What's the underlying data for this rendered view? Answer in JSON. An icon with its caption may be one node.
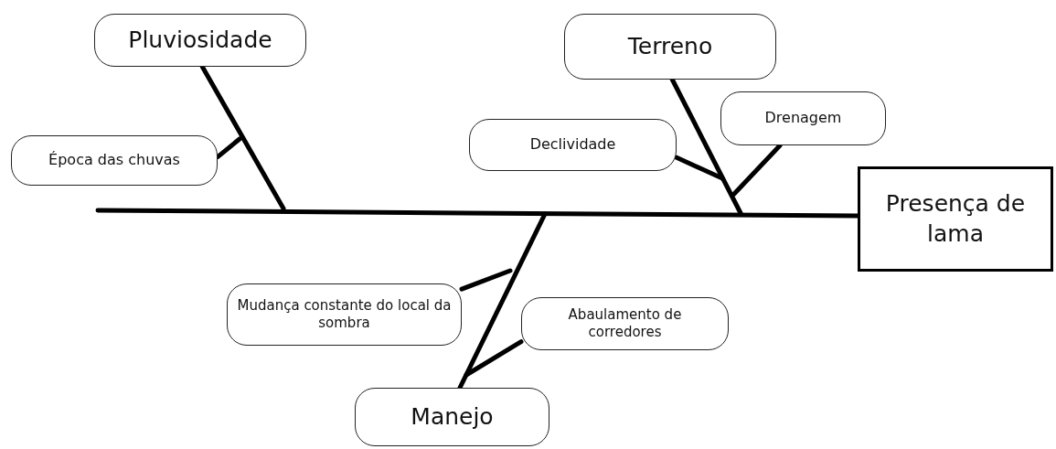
{
  "diagram": {
    "nodes": [
      {
        "text": [
          "Pluviosidade"
        ]
      },
      {
        "text": [
          "Época das chuvas"
        ]
      },
      {
        "text": [
          "Terreno"
        ]
      },
      {
        "text": [
          "Declividade"
        ]
      },
      {
        "text": [
          "Drenagem"
        ]
      },
      {
        "text": [
          "Presença de lama"
        ]
      },
      {
        "text": [
          "Mudança constante do local da sombra"
        ]
      },
      {
        "text": [
          "Abaulamento de corredores"
        ]
      },
      {
        "text": [
          "Manejo"
        ]
      }
    ],
    "edges": [
      {
        "from": null,
        "to": 5,
        "arrow": "none"
      },
      {
        "from": 0,
        "to": null,
        "arrow": "none"
      },
      {
        "from": 1,
        "to": null,
        "arrow": "none"
      },
      {
        "from": 2,
        "to": null,
        "arrow": "none"
      },
      {
        "from": 3,
        "to": null,
        "arrow": "none"
      },
      {
        "from": 4,
        "to": null,
        "arrow": "none"
      },
      {
        "from": 8,
        "to": null,
        "arrow": "none"
      },
      {
        "from": 6,
        "to": null,
        "arrow": "none"
      },
      {
        "from": 7,
        "to": null,
        "arrow": "none"
      }
    ]
  }
}
